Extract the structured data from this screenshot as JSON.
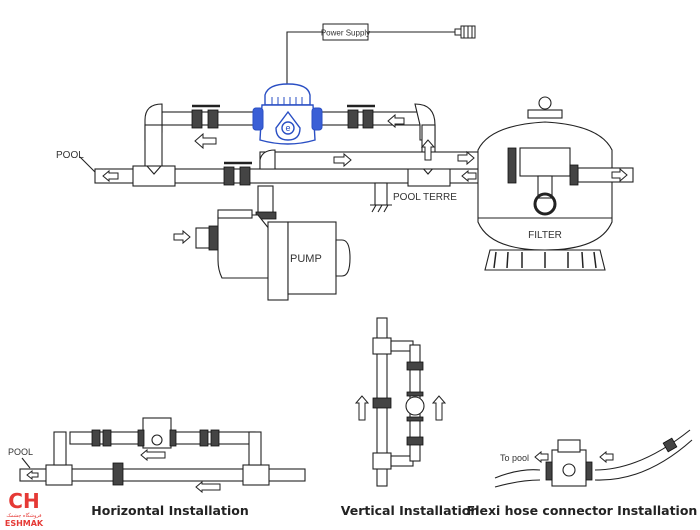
{
  "title": "Pool salt chlorinator installation diagram",
  "main_diagram": {
    "power_supply_label": "Power Supply",
    "pool_label": "POOL",
    "pool_terre_label": "POOL TERRE",
    "pump_label": "PUMP",
    "filter_label": "FILTER"
  },
  "captions": {
    "horizontal": "Horizontal Installation",
    "vertical": "Vertical Installation",
    "flexi": "Flexi hose connector Installation"
  },
  "horizontal_diagram": {
    "pool_label": "POOL"
  },
  "flexi_diagram": {
    "to_pool_label": "To pool"
  },
  "logo": {
    "mark": "CH",
    "subtitle_fa": "فروشگاه چشمک",
    "name": "ESHMAK",
    "color": "#e53935"
  },
  "colors": {
    "device_blue": "#2a4fc4",
    "line": "#222222"
  }
}
